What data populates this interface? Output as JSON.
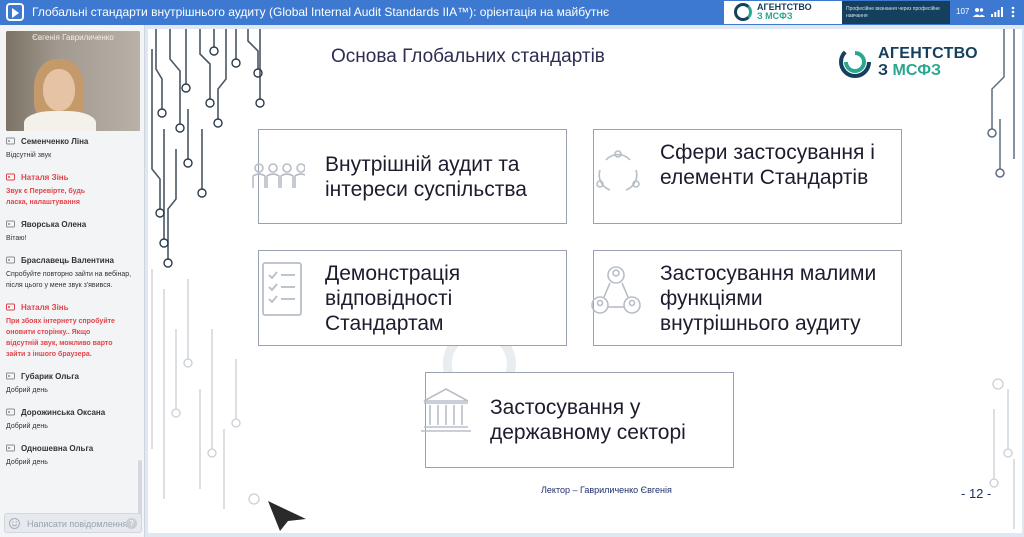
{
  "window": {
    "title": "Глобальні стандарти внутрішнього аудиту (Global Internal Audit Standards IIA™): орієнтація на майбутнє",
    "viewer_count": "107"
  },
  "banner": {
    "name_line1": "АГЕНТСТВО",
    "name_line2": "З МСФЗ",
    "tagline": "Професійне визнання через професійне навчання"
  },
  "video": {
    "participant_name": "Євгенія Гавриличенко"
  },
  "chat": {
    "messages": [
      {
        "author": "Семенченко Ліна",
        "text": "Відсутній звук",
        "highlight": false
      },
      {
        "author": "Наталя Зінь",
        "text": "Звук є Перевірте, будь ласка, налаштування",
        "highlight": true
      },
      {
        "author": "Яворська Олена",
        "text": "Вітаю!",
        "highlight": false
      },
      {
        "author": "Браславець Валентина",
        "text": "Спробуйте повторно зайти на вебінар, після цього у мене звук з'явився.",
        "highlight": false
      },
      {
        "author": "Наталя Зінь",
        "text": "При збоях інтернету спробуйте оновити сторінку.. Якщо відсутній звук, можливо варто зайти з іншого браузера.",
        "highlight": true
      },
      {
        "author": "Губарик Ольга",
        "text": "Добрий день",
        "highlight": false
      },
      {
        "author": "Дорожинська Оксана",
        "text": "Добрий день",
        "highlight": false
      },
      {
        "author": "Одношевна Ольга",
        "text": "Добрий день",
        "highlight": false
      }
    ],
    "input_placeholder": "Написати повідомлення",
    "help_label": "?"
  },
  "slide": {
    "title": "Основа Глобальних стандартів",
    "logo_line1": "АГЕНТСТВО",
    "logo_line2_prefix": "З",
    "logo_line2_main": "МСФЗ",
    "cards": [
      {
        "text": "Внутрішній аудит та інтереси суспільства",
        "icon": "people-group-icon"
      },
      {
        "text": "Сфери застосування і елементи Стандартів",
        "icon": "cycle-icon"
      },
      {
        "text": "Демонстрація відповідності Стандартам",
        "icon": "checklist-icon"
      },
      {
        "text": "Застосування малими функціями внутрішнього аудиту",
        "icon": "team-network-icon"
      },
      {
        "text": "Застосування у державному секторі",
        "icon": "government-building-icon"
      }
    ],
    "lecturer": "Лектор – Гавриличенко Євгенія",
    "page_number": "- 12 -"
  },
  "colors": {
    "topbar": "#3d79d0",
    "brand_dark": "#153f5e",
    "brand_green": "#2aa78f",
    "chat_highlight": "#e0454c"
  }
}
